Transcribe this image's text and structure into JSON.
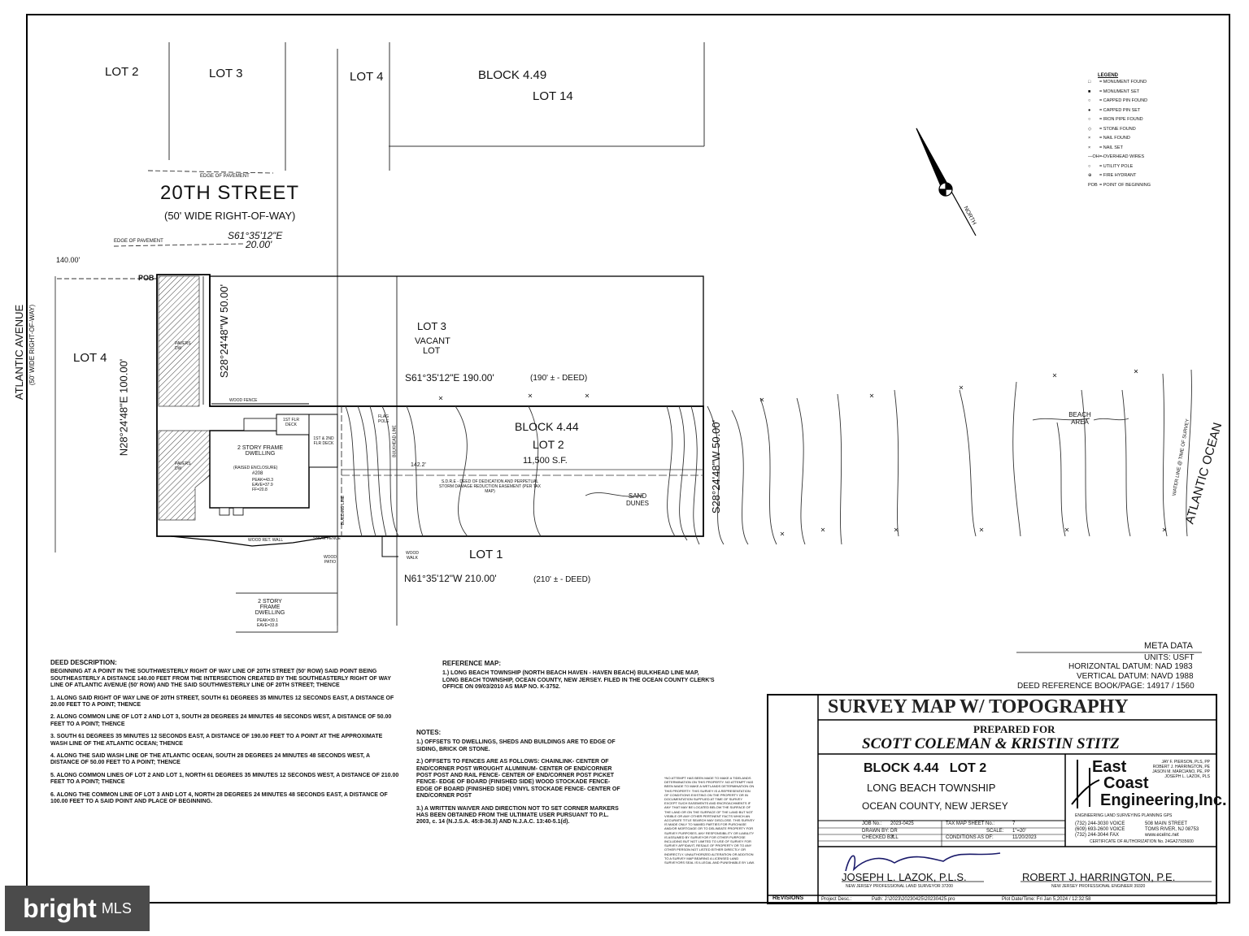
{
  "lots": {
    "lot2_top": "LOT 2",
    "lot3_top": "LOT 3",
    "lot4_top": "LOT 4",
    "block449": "BLOCK 4.49",
    "lot14": "LOT 14",
    "lot4_left": "LOT 4",
    "lot3_mid": "LOT 3",
    "vacant": "VACANT",
    "lot_word": "LOT",
    "block444": "BLOCK 4.44",
    "lot2_main": "LOT 2",
    "area": "11,500 S.F.",
    "lot1": "LOT 1",
    "sand_dunes": "SAND DUNES",
    "beach_area": "BEACH AREA"
  },
  "streets": {
    "twentieth": "20TH STREET",
    "twentieth_row": "(50' WIDE RIGHT-OF-WAY)",
    "atlantic_ave": "ATLANTIC AVENUE",
    "atlantic_ave_row": "(50' WIDE RIGHT-OF-WAY)",
    "atlantic_ocean": "ATLANTIC OCEAN",
    "edge_pavement": "EDGE OF PAVEMENT",
    "water_line": "WATER LINE @ TIME OF SURVEY"
  },
  "bearings": {
    "north_line": "S61°35'12\"E",
    "north_dist": "20.00'",
    "east_short": "S28°24'48\"W 50.00'",
    "west_line": "N28°24'48\"E 100.00'",
    "mid_line": "S61°35'12\"E 190.00'",
    "mid_deed": "(190' ± - DEED)",
    "south_line": "N61°35'12\"W 210.00'",
    "south_deed": "(210' ± - DEED)",
    "ocean_line": "S28°24'48\"W 50.00'",
    "dist_140": "140.00'",
    "dist_142": "142.2'",
    "pob": "POB"
  },
  "dwelling": {
    "title": "2 STORY FRAME DWELLING",
    "sub": "(RAISED ENCLOSURE)",
    "number": "#208",
    "elev": "PEAK=43.3 EAVE=37.9 FF=20.8",
    "deck1": "1ST FLR DECK",
    "deck2": "1ST & 2ND FLR DECK",
    "pavers": "PAVERS DW",
    "wood_fence": "WOOD FENCE",
    "flag_pole": "FLAG POLE",
    "bulkhead": "BULKHEAD LINE",
    "building_line": "BUILDING LINE",
    "sdre": "S.D.R.E - DEED OF DEDICATION AND PERPETUAL STORM DAMAGE REDUCTION EASEMENT (PER TAX MAP)",
    "wood_ret_wall": "WOOD RET. WALL",
    "snow_fence": "SNOW FENCE",
    "wood_patio": "WOOD PATIO",
    "wood_walk": "WOOD WALK",
    "south_dwelling": "2 STORY FRAME DWELLING",
    "south_elev": "PEAK=39.1 EAVE=33.8"
  },
  "legend": {
    "title": "LEGEND",
    "items": [
      "= MONUMENT FOUND",
      "= MONUMENT SET",
      "= CAPPED PIN FOUND",
      "= CAPPED PIN SET",
      "= IRON PIPE FOUND",
      "= STONE FOUND",
      "= NAIL FOUND",
      "= NAIL SET",
      "= OVERHEAD WIRES",
      "= UTILITY POLE",
      "= FIRE HYDRANT",
      "= POINT OF BEGINNING"
    ],
    "symbols": [
      "□",
      "■",
      "○",
      "●",
      "○",
      "◇",
      "×",
      "×",
      "—OH—",
      "○",
      "⊕",
      "POB"
    ]
  },
  "meta": {
    "title": "META DATA",
    "units": "UNITS: USFT",
    "horizontal": "HORIZONTAL DATUM: NAD 1983",
    "vertical": "VERTICAL DATUM: NAVD 1988",
    "deed_ref": "DEED REFERENCE BOOK/PAGE: 14917 / 1560"
  },
  "deed": {
    "title": "DEED DESCRIPTION:",
    "paragraphs": [
      "BEGINNING AT A POINT IN THE SOUTHWESTERLY RIGHT OF WAY LINE OF 20TH STREET (50' ROW) SAID POINT BEING SOUTHEASTERLY A DISTANCE 140.00 FEET FROM THE INTERSECTION CREATED BY THE SOUTHEASTERLY RIGHT OF WAY LINE OF ATLANTIC AVENUE (50' ROW) AND THE SAID SOUTHWESTERLY LINE OF 20TH STREET; THENCE",
      "1. ALONG SAID RIGHT OF WAY LINE OF 20TH STREET, SOUTH 61 DEGREES 35 MINUTES 12 SECONDS EAST, A DISTANCE OF 20.00 FEET TO A POINT; THENCE",
      "2. ALONG COMMON LINE OF LOT 2 AND LOT 3, SOUTH 28 DEGREES 24 MINUTES 48 SECONDS WEST, A DISTANCE OF 50.00 FEET TO A POINT; THENCE",
      "3. SOUTH 61 DEGREES 35 MINUTES 12 SECONDS EAST, A DISTANCE OF 190.00 FEET TO A POINT AT THE APPROXIMATE WASH LINE OF THE ATLANTIC OCEAN; THENCE",
      "4. ALONG THE SAID WASH LINE OF THE ATLANTIC OCEAN, SOUTH 28 DEGREES 24 MINUTES 48 SECONDS WEST, A DISTANCE OF 50.00 FEET TO A POINT; THENCE",
      "5. ALONG COMMON LINES OF LOT 2 AND LOT 1, NORTH 61 DEGREES 35 MINUTES 12 SECONDS WEST, A DISTANCE OF 210.00 FEET TO A POINT; THENCE",
      "6. ALONG THE COMMON LINE OF LOT 3 AND LOT 4, NORTH 28 DEGREES 24 MINUTES 48 SECONDS EAST, A DISTANCE OF 100.00 FEET TO A SAID POINT AND PLACE OF BEGINNING."
    ]
  },
  "reference": {
    "title": "REFERENCE MAP:",
    "text": "1.) LONG BEACH TOWNSHIP (NORTH BEACH HAVEN - HAVEN BEACH) BULKHEAD LINE MAP, LONG BEACH TOWNSHIP, OCEAN COUNTY, NEW JERSEY. FILED IN THE OCEAN COUNTY CLERK'S OFFICE ON 09/03/2010 AS MAP NO. K-3752."
  },
  "notes": {
    "title": "NOTES:",
    "n1": "1.) OFFSETS TO DWELLINGS, SHEDS AND BUILDINGS ARE TO EDGE OF SIDING, BRICK OR STONE.",
    "n2": "2.) OFFSETS TO FENCES ARE AS FOLLOWS: CHAINLINK- CENTER OF END/CORNER POST WROUGHT ALUMINUM- CENTER OF END/CORNER POST POST AND RAIL FENCE- CENTER OF END/CORNER POST PICKET FENCE- EDGE OF BOARD (FINISHED SIDE) WOOD STOCKADE FENCE- EDGE OF BOARD (FINISHED SIDE) VINYL STOCKADE FENCE- CENTER OF END/CORNER POST",
    "n3": "3.) A WRITTEN WAIVER AND DIRECTION NOT TO SET CORNER MARKERS HAS BEEN OBTAINED FROM THE ULTIMATE USER PURSUANT TO P.L. 2003, c. 14 (N.J.S.A. 45:8-36.3) AND N.J.A.C. 13:40-5.1(d)."
  },
  "disclaimer": "*NO ATTEMPT HAS BEEN MADE TO MAKE A TIDELANDS DETERMINATION ON THIS PROPERTY. NO ATTEMPT HAS BEEN MADE TO MAKE A WETLANDS DETERMINATION ON THIS PROPERTY. THIS SURVEY IS A REPRESENTATION OF CONDITIONS EXISTING ON THE PROPERTY OR IN DOCUMENTATION SUPPLIED AT TIME OF SURVEY EXCEPT SUCH EASEMENTS AND ENCROACHMENTS IF ANY THAT MAY BE LOCATED BELOW THE SURFACE OF THE LAND OR ON THE SURFACE OF THE LAND BUT NOT VISIBLE OR ANY OTHER PERTINENT FACTS WHICH AN ACCURATE TITLE SEARCH MAY DISCLOSE. THIS SURVEY IS MADE ONLY TO NAMED PARTIES FOR PURCHASE AND/OR MORTGAGE OR TO DELINEATE PROPERTY FOR SURVEY PURPOSES. ANY RESPONSIBILITY OR LIABILITY IS ASSUMED BY SURVEYOR FOR OTHER PURPOSE INCLUDING BUT NOT LIMITED TO USE OF SURVEY FOR SURVEY AFFIDAVIT, RESALE OF PROPERTY OR TO ANY OTHER PERSON NOT LISTED EITHER DIRECTLY OR INDIRECTLY. UNAUTHORIZED ALTERATION OR ADDITION TO A SURVEY MAP BEARING A LICENSED LAND SURVEYORS SEAL IS ILLEGAL AND PUNISHABLE BY LAW.",
  "title_block": {
    "title": "SURVEY MAP W/ TOPOGRAPHY",
    "prepared_for": "PREPARED FOR",
    "client": "SCOTT COLEMAN & KRISTIN STITZ",
    "block_lot": "BLOCK 4.44   LOT 2",
    "township": "LONG BEACH TOWNSHIP",
    "county": "OCEAN COUNTY, NEW JERSEY",
    "job_no_label": "JOB No.:",
    "job_no": "2023-0425",
    "drawn_label": "DRAWN BY:",
    "drawn": "DR",
    "checked_label": "CHECKED BY:",
    "checked": "JLL",
    "sheet_label": "TAX MAP SHEET No.:",
    "sheet": "7",
    "scale_label": "SCALE:",
    "scale": "1\"=20'",
    "conditions_label": "CONDITIONS AS OF:",
    "conditions": "11/20/2023",
    "surveyor": "JOSEPH L. LAZOK, P.L.S.",
    "surveyor_lic": "NEW JERSEY PROFESSIONAL LAND SURVEYOR   37200",
    "engineer": "ROBERT J. HARRINGTON, P.E.",
    "engineer_lic": "NEW JERSEY PROFESSIONAL ENGINEER   39320",
    "signature": "Joseph L. Lazok",
    "revisions": "REVISIONS",
    "project_desc": "Project Desc.:",
    "path": "Path: J:\\2023\\20230425\\20230425.pro",
    "plot_date": "Plot Date/Time: Fri Jan 5,2024 / 12:32:58"
  },
  "company": {
    "name_e": "East",
    "name_c": "Coast",
    "name_eng": "Engineering,Inc.",
    "services": "ENGINEERING  LAND SURVEYING  PLANNING  GPS",
    "people": [
      "JAY F. PIERSON, PLS, PP",
      "ROBERT J. HARRINGTON, PE",
      "JASON M. MARCIANO, PE, PP",
      "JOSEPH L. LAZOK, PLS"
    ],
    "phones": [
      "(732) 244-3030 VOICE",
      "(609) 693-2600 VOICE",
      "(732) 244-3044 FAX"
    ],
    "address": [
      "508 MAIN STREET",
      "TOMS RIVER, NJ 08753",
      "www.ecelnc.net"
    ],
    "cert": "CERTIFICATE OF AUTHORIZATION No. 24GA27935600"
  },
  "north_arrow": "NORTH",
  "watermark": {
    "brand": "bright",
    "suffix": "MLS"
  }
}
